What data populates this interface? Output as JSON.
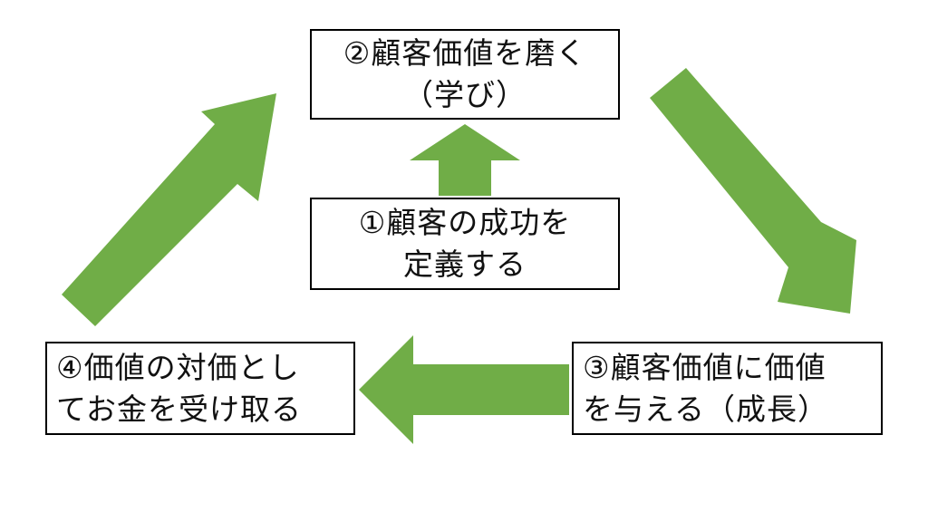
{
  "colors": {
    "arrow": "#70AD47",
    "box_border": "#000000",
    "box_fill": "#FFFFFF",
    "text": "#111111"
  },
  "cycle": {
    "step_learn": {
      "line1": "②顧客価値を磨く",
      "line2": "（学び）"
    },
    "step_define": {
      "line1": "①顧客の成功を",
      "line2": "定義する"
    },
    "step_growth": {
      "line1": "③顧客価値に価値",
      "line2": "を与える（成長）"
    },
    "step_money": {
      "line1": "④価値の対価とし",
      "line2": "てお金を受け取る"
    }
  }
}
